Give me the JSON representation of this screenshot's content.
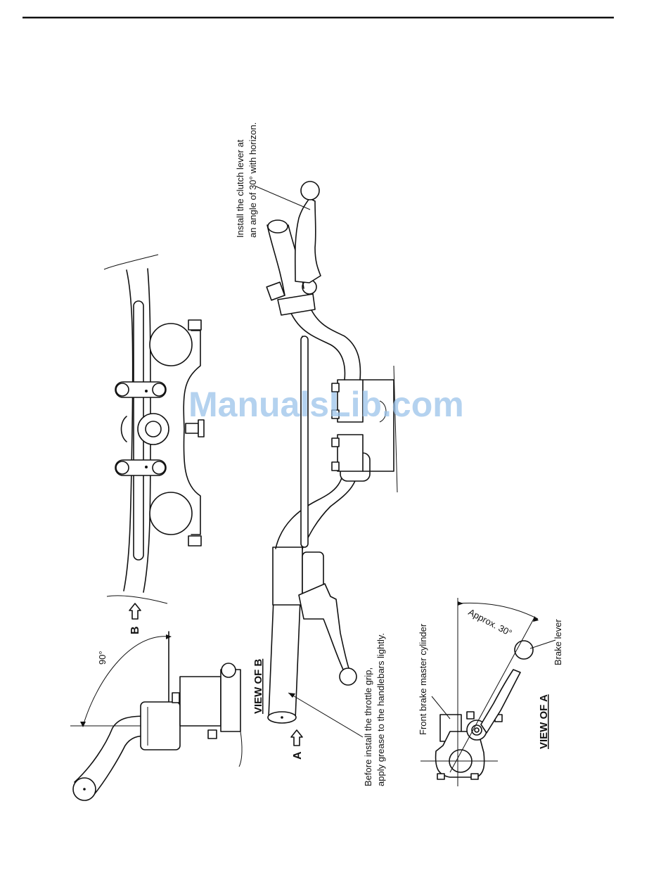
{
  "labels": {
    "clutch_line1": "Install the clutch lever at",
    "clutch_line2": "an angle of 30° with horizon.",
    "throttle_line1": "Before install the throttle grip,",
    "throttle_line2": "apply grease to the handlebars lightly.",
    "view_of_b": "VIEW OF B",
    "view_of_a": "VIEW OF A",
    "arrow_a": "A",
    "arrow_b": "B",
    "angle_90": "90°",
    "approx_30": "Approx. 30°",
    "front_brake_master_cylinder": "Front brake master cylinder",
    "brake_lever": "Brake lever"
  },
  "watermark": "ManualsLib.com",
  "colors": {
    "ink": "#111111",
    "watermark": "#9cc3ea",
    "background": "#ffffff"
  }
}
